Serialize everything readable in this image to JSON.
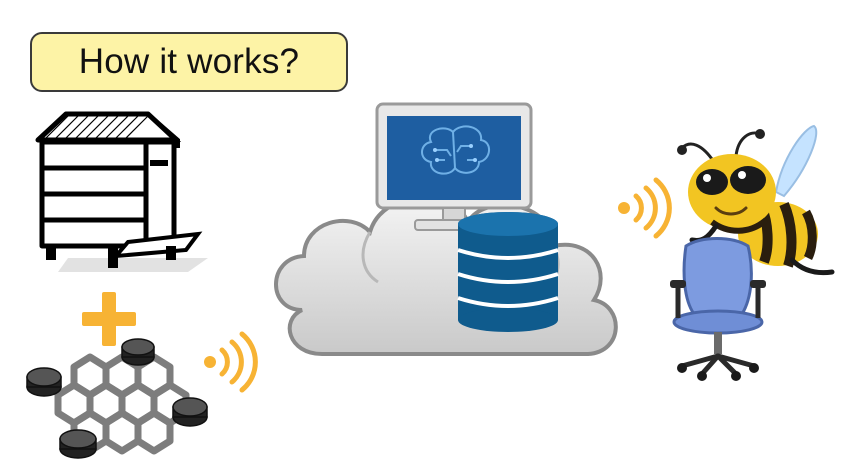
{
  "title": "How it works?",
  "colors": {
    "title_fill": "#fdf3a6",
    "accent_orange": "#f7b334",
    "database_blue": "#0f5b8d",
    "monitor_screen": "#1e5ea1",
    "cloud_gray": "#cfcfcf",
    "bee_yellow": "#f2c522",
    "chair_blue": "#7d9be0"
  },
  "nodes": [
    {
      "id": "beehive",
      "icon": "beehive-icon"
    },
    {
      "id": "sensor-grid",
      "icon": "hexagon-sensor-grid-icon"
    },
    {
      "id": "cloud",
      "icon": "cloud-icon"
    },
    {
      "id": "computer",
      "icon": "ai-brain-monitor-icon"
    },
    {
      "id": "database",
      "icon": "database-icon"
    },
    {
      "id": "bee-user",
      "icon": "bee-on-chair-icon"
    }
  ],
  "connectors": [
    {
      "icon": "plus-icon"
    },
    {
      "icon": "wireless-signal-icon",
      "from": "sensor-grid",
      "to": "cloud"
    },
    {
      "icon": "wireless-signal-icon",
      "from": "cloud",
      "to": "bee-user"
    }
  ]
}
